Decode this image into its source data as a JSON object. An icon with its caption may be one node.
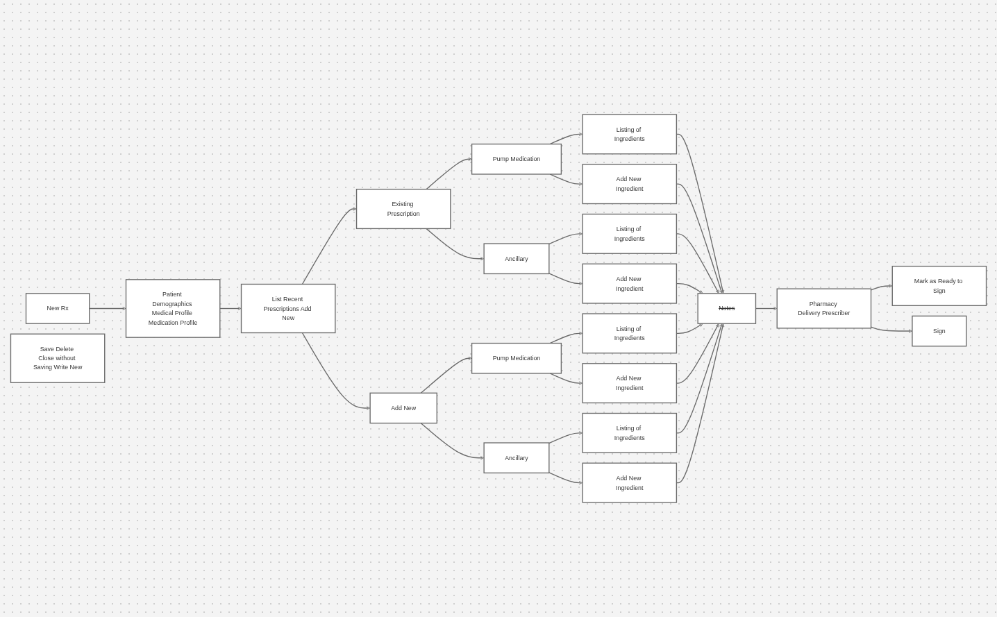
{
  "diagram": {
    "nodes": [
      {
        "text": [
          "New Rx"
        ]
      },
      {
        "text": [
          "Patient Demographics Medical Profile Medication Profile"
        ]
      },
      {
        "text": [
          "List Recent Prescriptions Add New"
        ]
      },
      {
        "text": [
          "Save Delete Close without Saving Write New"
        ]
      },
      {
        "text": [
          "Existing Prescription"
        ]
      },
      {
        "text": [
          "Add New"
        ]
      },
      {
        "text": [
          "Pump Medication"
        ]
      },
      {
        "text": [
          "Ancillary"
        ]
      },
      {
        "text": [
          "Pump Medication"
        ]
      },
      {
        "text": [
          "Ancillary"
        ]
      },
      {
        "text": [
          "Listing of Ingredients"
        ]
      },
      {
        "text": [
          "Add New Ingredient"
        ]
      },
      {
        "text": [
          "Listing of Ingredients"
        ]
      },
      {
        "text": [
          "Add New Ingredient"
        ]
      },
      {
        "text": [
          "Listing of Ingredients"
        ]
      },
      {
        "text": [
          "Add New Ingredient"
        ]
      },
      {
        "text": [
          "Listing of Ingredients"
        ]
      },
      {
        "text": [
          "Add New Ingredient"
        ]
      },
      {
        "text": [
          "Notes"
        ]
      },
      {
        "text": [
          "Pharmacy Delivery Prescriber"
        ]
      },
      {
        "text": [
          "Mark as Ready to Sign"
        ]
      },
      {
        "text": [
          "Sign"
        ]
      }
    ],
    "edges": [
      {
        "from": 0,
        "to": 1,
        "arrow": "to"
      },
      {
        "from": 1,
        "to": 2,
        "arrow": "to"
      },
      {
        "from": 2,
        "to": 4,
        "arrow": "to"
      },
      {
        "from": 2,
        "to": 5,
        "arrow": "to"
      },
      {
        "from": 4,
        "to": 6,
        "arrow": "to"
      },
      {
        "from": 4,
        "to": 7,
        "arrow": "to"
      },
      {
        "from": 5,
        "to": 8,
        "arrow": "to"
      },
      {
        "from": 5,
        "to": 9,
        "arrow": "to"
      },
      {
        "from": 6,
        "to": 10,
        "arrow": "to"
      },
      {
        "from": 6,
        "to": 11,
        "arrow": "to"
      },
      {
        "from": 7,
        "to": 12,
        "arrow": "to"
      },
      {
        "from": 7,
        "to": 13,
        "arrow": "to"
      },
      {
        "from": 8,
        "to": 14,
        "arrow": "to"
      },
      {
        "from": 8,
        "to": 15,
        "arrow": "to"
      },
      {
        "from": 9,
        "to": 16,
        "arrow": "to"
      },
      {
        "from": 9,
        "to": 17,
        "arrow": "to"
      },
      {
        "from": 10,
        "to": 18,
        "arrow": "to"
      },
      {
        "from": 11,
        "to": 18,
        "arrow": "to"
      },
      {
        "from": 12,
        "to": 18,
        "arrow": "to"
      },
      {
        "from": 13,
        "to": 18,
        "arrow": "to"
      },
      {
        "from": 14,
        "to": 18,
        "arrow": "to"
      },
      {
        "from": 15,
        "to": 18,
        "arrow": "to"
      },
      {
        "from": 16,
        "to": 18,
        "arrow": "to"
      },
      {
        "from": 17,
        "to": 18,
        "arrow": "to"
      },
      {
        "from": 18,
        "to": 19,
        "arrow": "to"
      },
      {
        "from": 19,
        "to": 20,
        "arrow": "to"
      },
      {
        "from": 19,
        "to": 21,
        "arrow": "to"
      }
    ]
  }
}
